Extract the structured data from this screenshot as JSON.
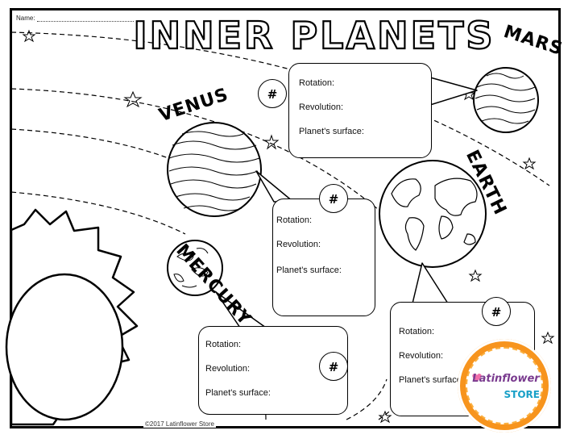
{
  "worksheet": {
    "name_label": "Name:",
    "title": "INNER PLANETS",
    "copyright": "©2017 Latinflower Store",
    "hash_symbol": "#",
    "field_labels": {
      "rotation": "Rotation:",
      "revolution": "Revolution:",
      "surface": "Planet's surface:"
    }
  },
  "planets": {
    "mars": "MARS",
    "venus": "VENUS",
    "earth": "EARTH",
    "mercury": "MERCURY"
  },
  "logo": {
    "line1": "Latinflower",
    "line2": "STORE",
    "ring_color": "#f7941d",
    "text_color": "#7a3b8f",
    "store_color": "#19a0c7"
  },
  "icons": [
    "sun-icon",
    "star-icon",
    "planet-icon",
    "heart-icon"
  ]
}
